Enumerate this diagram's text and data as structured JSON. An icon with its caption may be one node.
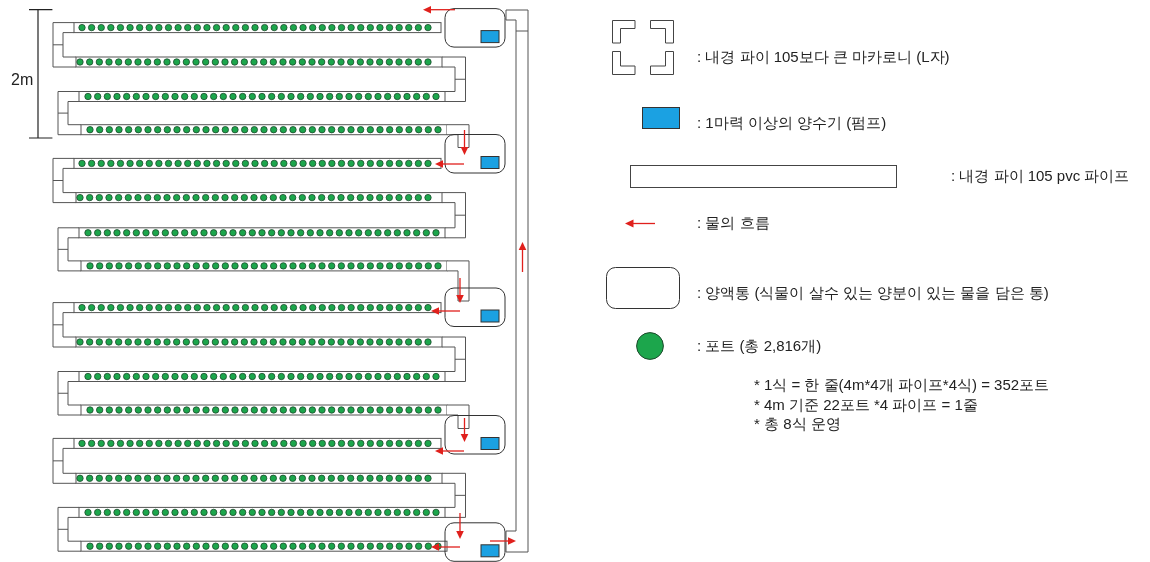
{
  "diagram": {
    "labels": [
      "2m",
      "* 1식 = 한 줄(4m*4개 파이프*4식) = 352포트",
      "* 4m 기준 22포트 *4 파이프 = 1줄",
      "* 총 8식 운영"
    ],
    "legend": [
      {
        "text": ": 내경 파이 105보다 큰 마카로니 (L자)"
      },
      {
        "text": ": 1마력 이상의 양수기 (펌프)",
        "color": "#1ba1e2"
      },
      {
        "text": ": 내경 파이 105 pvc 파이프"
      },
      {
        "text": ": 물의 흐름"
      },
      {
        "text": ": 양액통 (식물이 살수 있는 양분이 있는 물을 담은 통)"
      },
      {
        "text": ": 포트 (총 2,816개)",
        "color": "#1ca64c"
      }
    ]
  }
}
